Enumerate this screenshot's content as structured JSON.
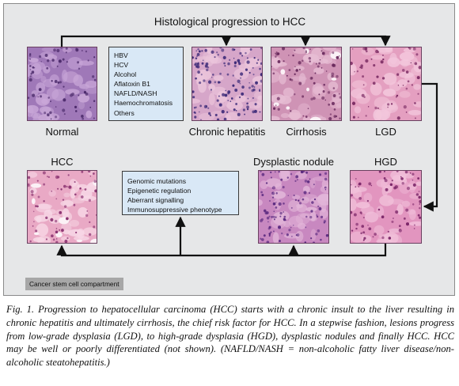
{
  "title": "Histological progression to HCC",
  "stages": {
    "normal": "Normal",
    "chronic_hepatitis": "Chronic hepatitis",
    "cirrhosis": "Cirrhosis",
    "lgd": "LGD",
    "hcc": "HCC",
    "dysplastic_nodule": "Dysplastic nodule",
    "hgd": "HGD"
  },
  "risk_factors": [
    "HBV",
    "HCV",
    "Alcohol",
    "Aflatoxin B1",
    "NAFLD/NASH",
    "Haemochromatosis",
    "Others"
  ],
  "mechanisms": [
    "Genomic mutations",
    "Epigenetic regulation",
    "Aberrant signalling",
    "Immunosuppressive phenotype"
  ],
  "stem_cell_label": "Cancer stem cell compartment",
  "colors": {
    "panel_background": "#e6e7e8",
    "info_box": "#d9e8f6",
    "stem_cell_box": "#a7a7a7",
    "stain_pink": "#e7a6c2",
    "stain_purple": "#8e5d9c"
  },
  "caption": "Fig. 1. Progression to hepatocellular carcinoma (HCC) starts with a chronic insult to the liver resulting in chronic hepatitis and ultimately cirrhosis, the chief risk factor for HCC. In a stepwise fashion, lesions progress from low-grade dysplasia (LGD), to high-grade dysplasia (HGD), dysplastic nodules and finally HCC. HCC may be well or poorly differentiated (not shown). (NAFLD/NASH = non-alcoholic fatty liver disease/non-alcoholic steatohepatitis.)"
}
